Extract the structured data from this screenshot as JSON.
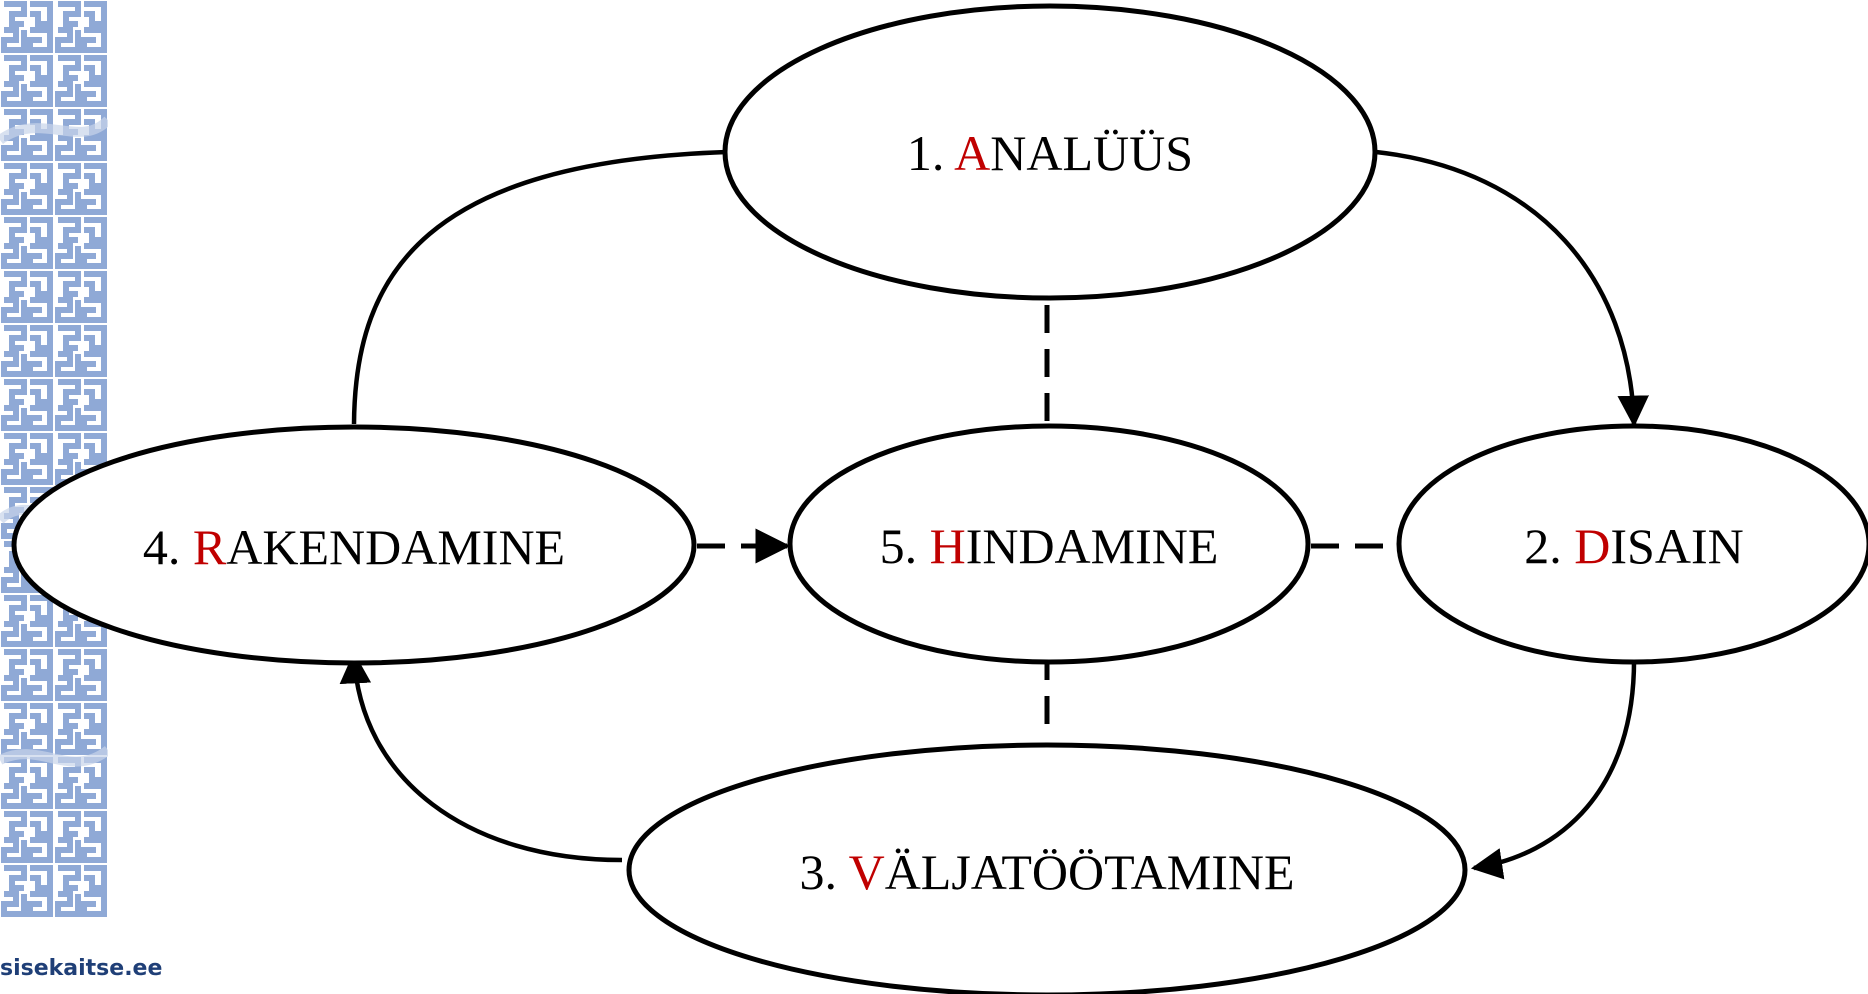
{
  "site_url": "sisekaitse.ee",
  "colors": {
    "accent": "#c00000",
    "text": "#000000",
    "pattern": "#8fa9d6",
    "url": "#1f3f77"
  },
  "nodes": {
    "analysis": {
      "number": "1. ",
      "initial": "A",
      "rest": "NALÜÜS"
    },
    "design": {
      "number": "2. ",
      "initial": "D",
      "rest": "ISAIN"
    },
    "development": {
      "number": "3. ",
      "initial": "V",
      "rest": "ÄLJATÖÖTAMINE"
    },
    "implementation": {
      "number": "4. ",
      "initial": "R",
      "rest": "AKENDAMINE"
    },
    "evaluation": {
      "number": "5. ",
      "initial": "H",
      "rest": "INDAMINE"
    }
  }
}
